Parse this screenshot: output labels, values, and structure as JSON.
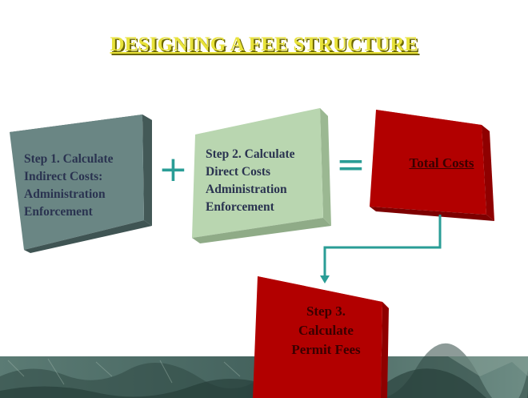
{
  "slide": {
    "title": "DESIGNING A FEE STRUCTURE",
    "step1": {
      "lines": [
        "Step 1. Calculate",
        "Indirect Costs:",
        "Administration",
        "Enforcement"
      ]
    },
    "operator_plus": "+",
    "step2": {
      "lines": [
        "Step 2. Calculate",
        "Direct Costs",
        "Administration",
        "Enforcement"
      ]
    },
    "operator_equals": "=",
    "total": "Total Costs",
    "step3": {
      "lines": [
        "Step 3.",
        "Calculate",
        "Permit Fees"
      ]
    }
  },
  "colors": {
    "title": "#e8e23a",
    "step1_box": "#6a8684",
    "step2_box": "#b9d6b0",
    "red_box": "#b20000",
    "arrow": "#2a9d96",
    "background_band": "#4f6f6a"
  }
}
